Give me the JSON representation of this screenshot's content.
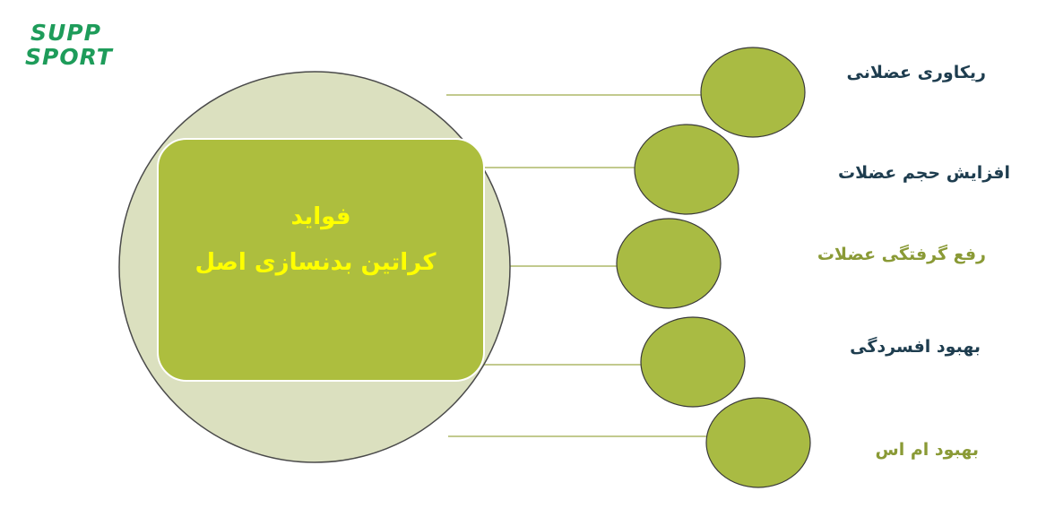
{
  "logo": {
    "line1": "SUPP",
    "line2": "SPORT"
  },
  "center": {
    "line1": "فواید",
    "line2": "کراتین بدنسازی اصل"
  },
  "benefits": [
    {
      "label": "ریکاوری عضلانی",
      "tone": "dark"
    },
    {
      "label": "افزایش حجم عضلات",
      "tone": "dark"
    },
    {
      "label": "رفع گرفتگی عضلات",
      "tone": "olive"
    },
    {
      "label": "بهبود افسردگی",
      "tone": "dark"
    },
    {
      "label": "بهبود ام اس",
      "tone": "olive"
    }
  ],
  "colors": {
    "big_circle_fill": "#dbe0bf",
    "big_circle_stroke": "#4a4a4a",
    "center_box_fill": "#adbe3e",
    "center_text": "#ffff00",
    "node_fill": "#a9bb43",
    "node_stroke": "#3a3a3a",
    "connector": "#c2ca8e",
    "brand_green": "#1e9c5a",
    "label_dark": "#1e3d4f",
    "label_olive": "#8a9a36"
  }
}
